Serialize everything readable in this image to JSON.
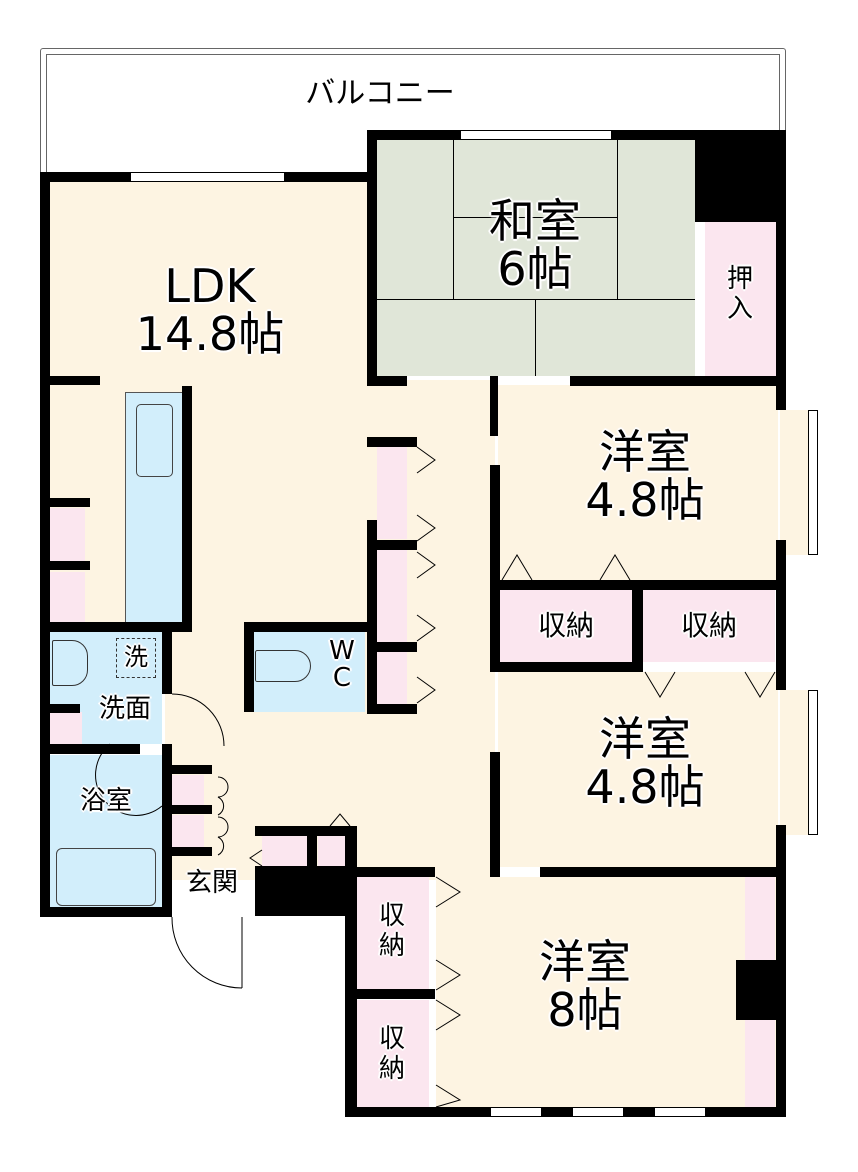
{
  "balcony": {
    "label": "バルコニー"
  },
  "rooms": {
    "ldk": {
      "name": "LDK",
      "size": "14.8帖"
    },
    "washitsu": {
      "name": "和室",
      "size": "6帖"
    },
    "oshiire": {
      "name": "押入"
    },
    "youshitsu_a": {
      "name": "洋室",
      "size": "4.8帖"
    },
    "youshitsu_b": {
      "name": "洋室",
      "size": "4.8帖"
    },
    "youshitsu_c": {
      "name": "洋室",
      "size": "8帖"
    },
    "storage_a": {
      "name": "収納"
    },
    "storage_b": {
      "name": "収納"
    },
    "storage_c": {
      "name": "収納"
    },
    "storage_d": {
      "name": "収納"
    },
    "wc": {
      "line1": "W",
      "line2": "C"
    },
    "washroom": {
      "name": "洗面"
    },
    "washer": {
      "name": "洗"
    },
    "bath": {
      "name": "浴室"
    },
    "entrance": {
      "name": "玄関"
    }
  },
  "colors": {
    "floor": "#fdf4e2",
    "tatami": "#e0e6d8",
    "wet_area": "#d2eefb",
    "storage": "#fbe6ef",
    "wall": "#000000"
  }
}
